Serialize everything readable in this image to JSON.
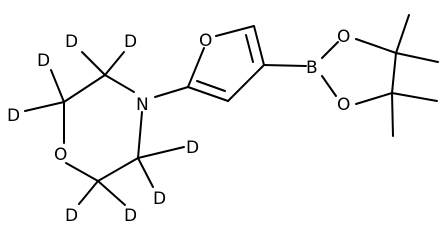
{
  "molecule": {
    "atoms": {
      "deuterium": "D",
      "nitrogen": "N",
      "morpholine_oxygen": "O",
      "furan_oxygen": "O",
      "boron": "B",
      "dioxaborolane_oxygen_top": "O",
      "dioxaborolane_oxygen_bottom": "O"
    }
  }
}
